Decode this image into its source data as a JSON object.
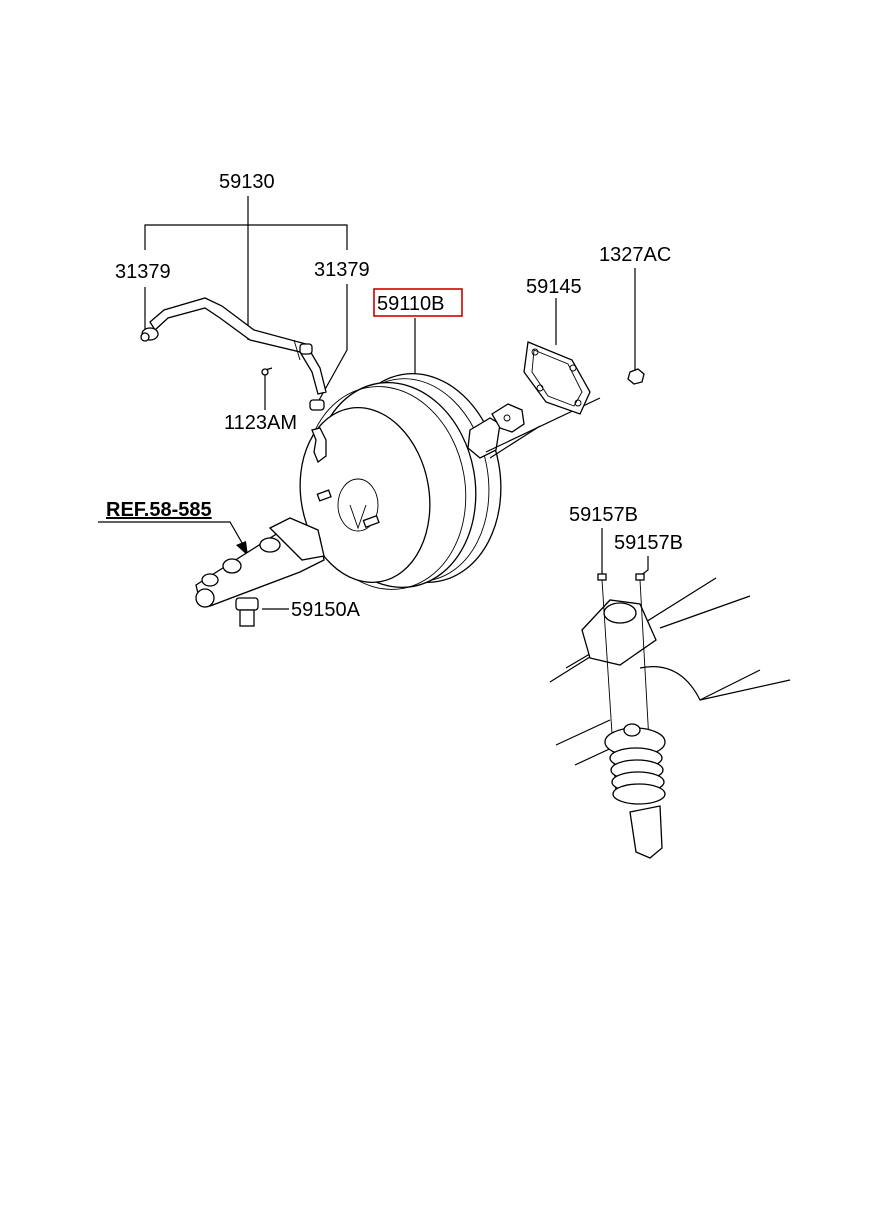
{
  "labels": {
    "hose": "59130",
    "clamp_left": "31379",
    "clamp_right": "31379",
    "booster": "59110B",
    "gasket": "59145",
    "nut": "1327AC",
    "screw": "1123AM",
    "reference": "REF.58-585",
    "sensor": "59150A",
    "clip_left": "59157B",
    "clip_right": "59157B"
  },
  "highlight_color": "#d00000"
}
